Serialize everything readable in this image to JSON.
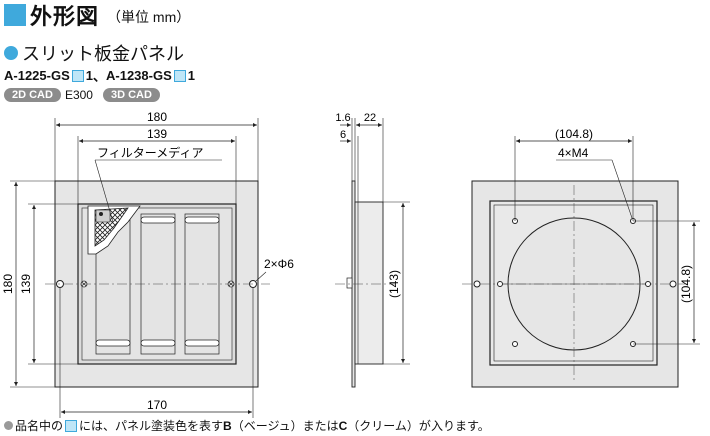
{
  "title": {
    "text": "外形図",
    "unit": "（単位 mm）"
  },
  "section": {
    "text": "スリット板金パネル"
  },
  "models": {
    "model1": "A-1225-GS",
    "suffix1": "1",
    "sep": "、",
    "model2": "A-1238-GS",
    "suffix2": "1"
  },
  "cad": {
    "badge2d": "2D CAD",
    "model2d": "E300",
    "badge3d": "3D CAD"
  },
  "front": {
    "dim_outer": "180",
    "dim_inner": "139",
    "dim_bottom": "170",
    "dim_left_outer": "180",
    "dim_left_inner": "139",
    "filter_label": "フィルターメディア",
    "hole_label": "2×Φ6"
  },
  "side": {
    "dim_a": "1.6",
    "dim_b": "22",
    "dim_c": "6",
    "dim_d": "(143)"
  },
  "rear": {
    "dim_top": "(104.8)",
    "screw_label": "4×M4",
    "dim_right": "(104.8)"
  },
  "footnote": {
    "pre": "品名中の",
    "mid": "には、パネル塗装色を表す",
    "b": "B",
    "b_desc": "（ベージュ）または",
    "c": "C",
    "c_desc": "（クリーム）が入ります。"
  },
  "colors": {
    "accent": "#3fa9dc",
    "panel": "#e6e6e6",
    "badge": "#8c8c8c"
  }
}
